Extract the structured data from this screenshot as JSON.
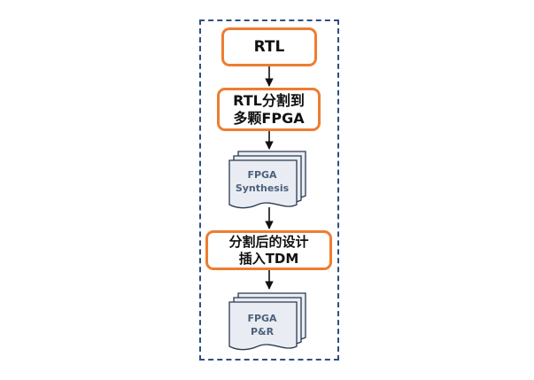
{
  "nodes": {
    "rtl": {
      "label": "RTL"
    },
    "split": {
      "line1": "RTL分割到",
      "line2": "多颗FPGA"
    },
    "synthesis": {
      "line1": "FPGA",
      "line2": "Synthesis"
    },
    "tdm": {
      "line1": "分割后的设计",
      "line2": "插入TDM"
    },
    "pnr": {
      "line1": "FPGA",
      "line2": "P&R"
    }
  },
  "colors": {
    "frame_border": "#2f4f7f",
    "box_border": "#ed7d31",
    "doc_fill": "#e9edf3",
    "doc_stroke": "#2b3a50",
    "doc_text": "#4d5f7a",
    "arrow": "#111111"
  }
}
